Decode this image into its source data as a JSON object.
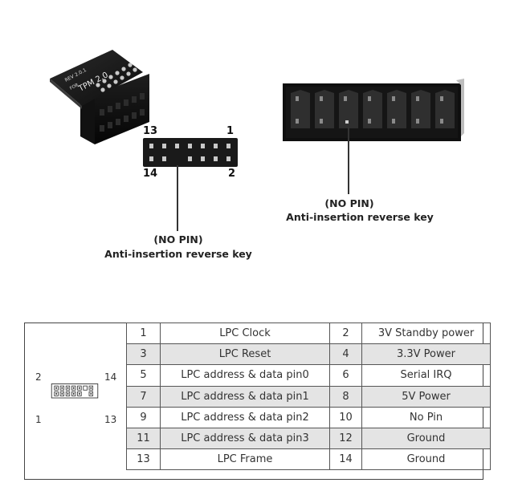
{
  "module": {
    "board_text_rev": "REV 2.0.1",
    "board_text_for": "FOR",
    "board_text_tpm": "TPM 2.0"
  },
  "header_labels": {
    "top_left": "13",
    "top_right": "1",
    "bottom_left": "14",
    "bottom_right": "2"
  },
  "callout_left": {
    "no_pin": "(NO PIN)",
    "desc": "Anti-insertion reverse key"
  },
  "callout_right": {
    "no_pin": "(NO PIN)",
    "desc": "Anti-insertion reverse key"
  },
  "mini_header_labels": {
    "top_left": "2",
    "top_right": "14",
    "bottom_left": "1",
    "bottom_right": "13"
  },
  "pin_table": [
    {
      "pin_a": "1",
      "signal_a": "LPC Clock",
      "pin_b": "2",
      "signal_b": "3V Standby power",
      "shaded": false
    },
    {
      "pin_a": "3",
      "signal_a": "LPC Reset",
      "pin_b": "4",
      "signal_b": "3.3V Power",
      "shaded": true
    },
    {
      "pin_a": "5",
      "signal_a": "LPC address & data pin0",
      "pin_b": "6",
      "signal_b": "Serial IRQ",
      "shaded": false
    },
    {
      "pin_a": "7",
      "signal_a": "LPC address & data pin1",
      "pin_b": "8",
      "signal_b": "5V Power",
      "shaded": true
    },
    {
      "pin_a": "9",
      "signal_a": "LPC address & data pin2",
      "pin_b": "10",
      "signal_b": "No Pin",
      "shaded": false
    },
    {
      "pin_a": "11",
      "signal_a": "LPC address & data pin3",
      "pin_b": "12",
      "signal_b": "Ground",
      "shaded": true
    },
    {
      "pin_a": "13",
      "signal_a": "LPC Frame",
      "pin_b": "14",
      "signal_b": "Ground",
      "shaded": false
    }
  ]
}
